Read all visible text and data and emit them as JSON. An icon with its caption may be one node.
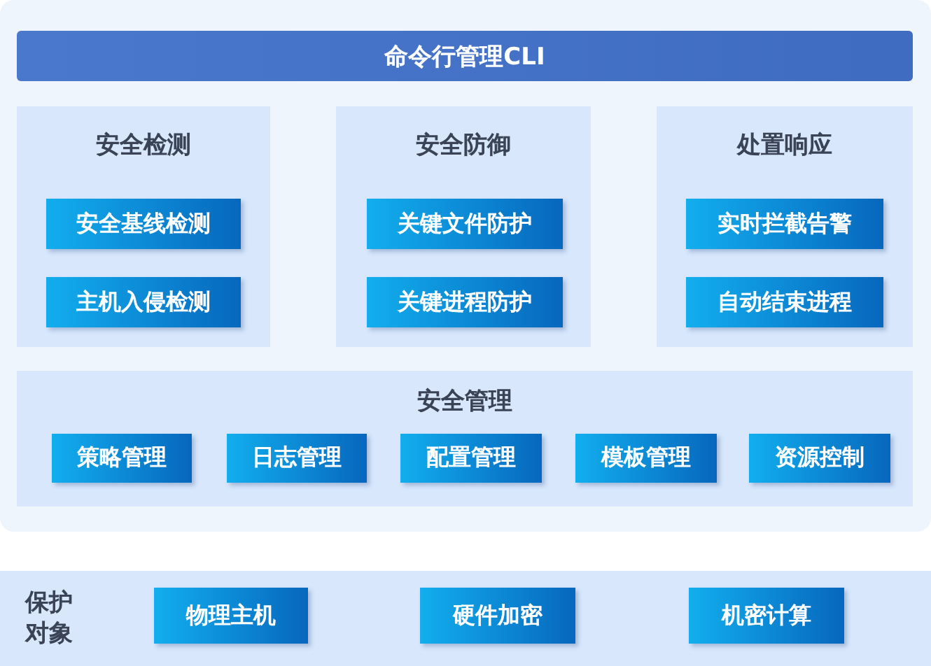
{
  "diagram": {
    "nodes": [
      {
        "text": [
          "命令行管理CLI"
        ]
      },
      {
        "text": [
          "安全检测"
        ]
      },
      {
        "text": [
          "安全基线检测"
        ],
        "in": 1
      },
      {
        "text": [
          "主机入侵检测"
        ],
        "in": 1
      },
      {
        "text": [
          "安全防御"
        ]
      },
      {
        "text": [
          "关键文件防护"
        ],
        "in": 4
      },
      {
        "text": [
          "关键进程防护"
        ],
        "in": 4
      },
      {
        "text": [
          "处置响应"
        ]
      },
      {
        "text": [
          "实时拦截告警"
        ],
        "in": 7
      },
      {
        "text": [
          "自动结束进程"
        ],
        "in": 7
      },
      {
        "text": [
          "安全管理"
        ]
      },
      {
        "text": [
          "策略管理"
        ],
        "in": 10
      },
      {
        "text": [
          "日志管理"
        ],
        "in": 10
      },
      {
        "text": [
          "配置管理"
        ],
        "in": 10
      },
      {
        "text": [
          "模板管理"
        ],
        "in": 10
      },
      {
        "text": [
          "资源控制"
        ],
        "in": 10
      },
      {
        "text": [
          "保护对象"
        ]
      },
      {
        "text": [
          "物理主机"
        ],
        "in": 16
      },
      {
        "text": [
          "硬件加密"
        ],
        "in": 16
      },
      {
        "text": [
          "机密计算"
        ],
        "in": 16
      }
    ]
  }
}
